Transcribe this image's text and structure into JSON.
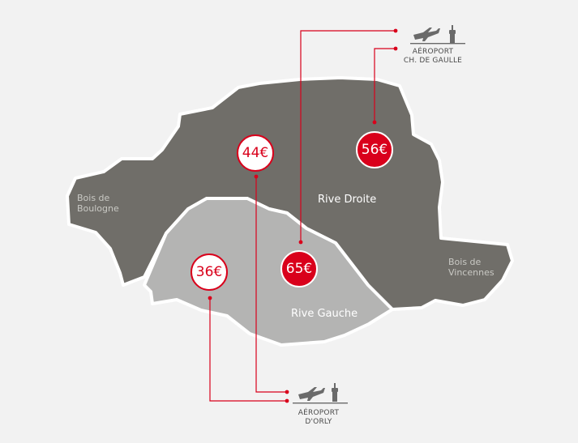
{
  "map": {
    "zones": {
      "rive_droite": "Rive Droite",
      "rive_gauche": "Rive Gauche",
      "bois_boulogne": [
        "Bois de",
        "Boulogne"
      ],
      "bois_vincennes": [
        "Bois de",
        "Vincennes"
      ]
    },
    "prices": {
      "p44": "44€",
      "p56": "56€",
      "p65": "65€",
      "p36": "36€"
    },
    "airports": {
      "cdg": [
        "AÉROPORT",
        "CH. DE GAULLE"
      ],
      "orly": [
        "AÉROPORT",
        "D'ORLY"
      ]
    },
    "colors": {
      "background": "#f2f2f2",
      "rive_droite": "#706e69",
      "rive_gauche": "#b4b4b3",
      "accent": "#d9001b",
      "border": "#ffffff",
      "icon": "#6a6a6a"
    }
  }
}
